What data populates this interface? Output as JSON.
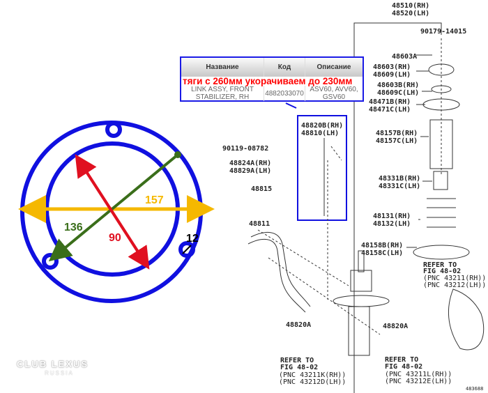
{
  "dimensions": {
    "d157": "157",
    "d136": "136",
    "d90": "90",
    "d12": "12"
  },
  "logo": {
    "line1": "CLUB LEXUS",
    "line2": "RUSSIA"
  },
  "popup": {
    "headers": [
      "Название",
      "Код",
      "Описание"
    ],
    "note": "тяги с 260мм укорачиваем до 230мм",
    "row": {
      "name": "LINK ASSY, FRONT STABILIZER, RH",
      "code": "4882033070",
      "desc": "ASV60, AVV60, GSV60"
    }
  },
  "parts": {
    "p48510": "48510(RH)",
    "p48520": "48520(LH)",
    "p90179": "90179-14015",
    "p48603A": "48603A",
    "p48603": "48603(RH)",
    "p48609": "48609(LH)",
    "p48603B": "48603B(RH)",
    "p48609C": "48609C(LH)",
    "p48471B": "48471B(RH)",
    "p48471C": "48471C(LH)",
    "p48157B": "48157B(RH)",
    "p48157C": "48157C(LH)",
    "p48331B": "48331B(RH)",
    "p48331C": "48331C(LH)",
    "p48131": "48131(RH)",
    "p48132": "48132(LH)",
    "p48158B": "48158B(RH)",
    "p48158C": "48158C(LH)",
    "p48820B": "48820B(RH)",
    "p48810": "48810(LH)",
    "p90119": "90119-08782",
    "p48824A": "48824A(RH)",
    "p48829A": "48829A(LH)",
    "p48815": "48815",
    "p48811": "48811",
    "p48820A_1": "48820A",
    "p48820A_2": "48820A",
    "ref1": "REFER TO",
    "ref1b": "FIG 48-02",
    "ref1c": "(PNC 43211(RH))",
    "ref1d": "(PNC 43212(LH))",
    "ref2": "REFER TO",
    "ref2b": "FIG 48-02",
    "ref2c": "(PNC 43211K(RH))",
    "ref2d": "(PNC 43212D(LH))",
    "ref3": "REFER TO",
    "ref3b": "FIG 48-02",
    "ref3c": "(PNC 43211L(RH))",
    "ref3d": "(PNC 43212E(LH))",
    "figcode": "483688"
  }
}
